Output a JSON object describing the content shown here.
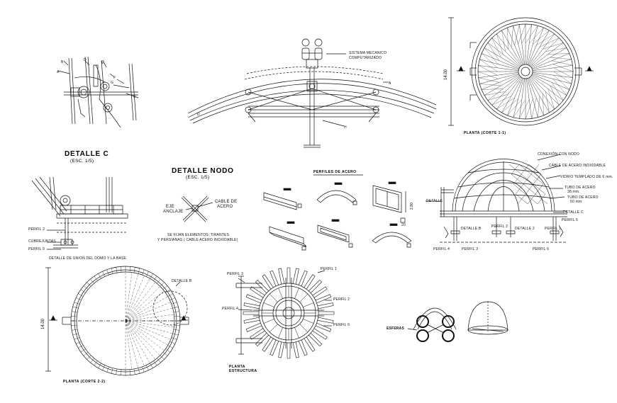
{
  "top_section": {
    "mechanism_label": "SISTEMA MECANICO\nCOMPUTARIZADO",
    "letters": [
      "A",
      "B",
      "C",
      "D",
      "E",
      "F",
      "G",
      "H"
    ]
  },
  "plan_corte_1": {
    "title": "PLANTA (CORTE 1-1)",
    "dimension": "14.00"
  },
  "detalle_c": {
    "title": "DETALLE C",
    "scale": "(ESC. 1/5)",
    "labels": {
      "perfil2": "PERFIL 2",
      "cubrejuntas": "CUBREJUNTAS",
      "perfil5": "PERFIL 5",
      "caption": "DETALLE DE UNION DEL DOMO Y LA BASE"
    }
  },
  "detalle_nodo": {
    "title": "DETALLE NODO",
    "scale": "(ESC. 1/5)",
    "eje": "EJE",
    "anclaje": "ANCLAJE",
    "cable1": "CABLE DE",
    "cable2": "ACERO",
    "note1": "SE FIJAN ELEMENTOS: TIRANTES",
    "note2": "Y PERSIANAS  ( CABLE ACERO INOXIDABLE)"
  },
  "perfiles": {
    "title": "PERFILES DE ACERO",
    "dim_a": "2.80",
    "dim_b": "20"
  },
  "dome_elevation": {
    "labels": [
      "CONEXIÓN CON NODO",
      "CABLE DE ACERO INOXIDABLE",
      "VIDRIO TEMPLADO DE 6 mm.",
      "TUBO DE ACERO",
      "38 mm.",
      "TUBO DE ACERO",
      "50 mm.",
      "DETALLE C",
      "PERFIL 5",
      "DETALLE",
      "DETALLE B",
      "PERFIL 2",
      "DETALLE 2",
      "PERFIL 1",
      "PERFIL 4",
      "PERFIL 3",
      "PERFIL 6"
    ]
  },
  "plan_corte_2": {
    "title": "PLANTA (CORTE 2-2)",
    "dimension": "14.00",
    "detalle": "DETALLE B"
  },
  "planta_estructura": {
    "title1": "PLANTA",
    "title2": "ESTRUCTURA",
    "perfil3": "PERFIL 3",
    "perfil4": "PERFIL 4",
    "perfil1": "PERFIL 1",
    "perfil2": "PERFIL 2",
    "perfil6": "PERFIL 6"
  },
  "esferas": {
    "label": "ESFERAS"
  }
}
